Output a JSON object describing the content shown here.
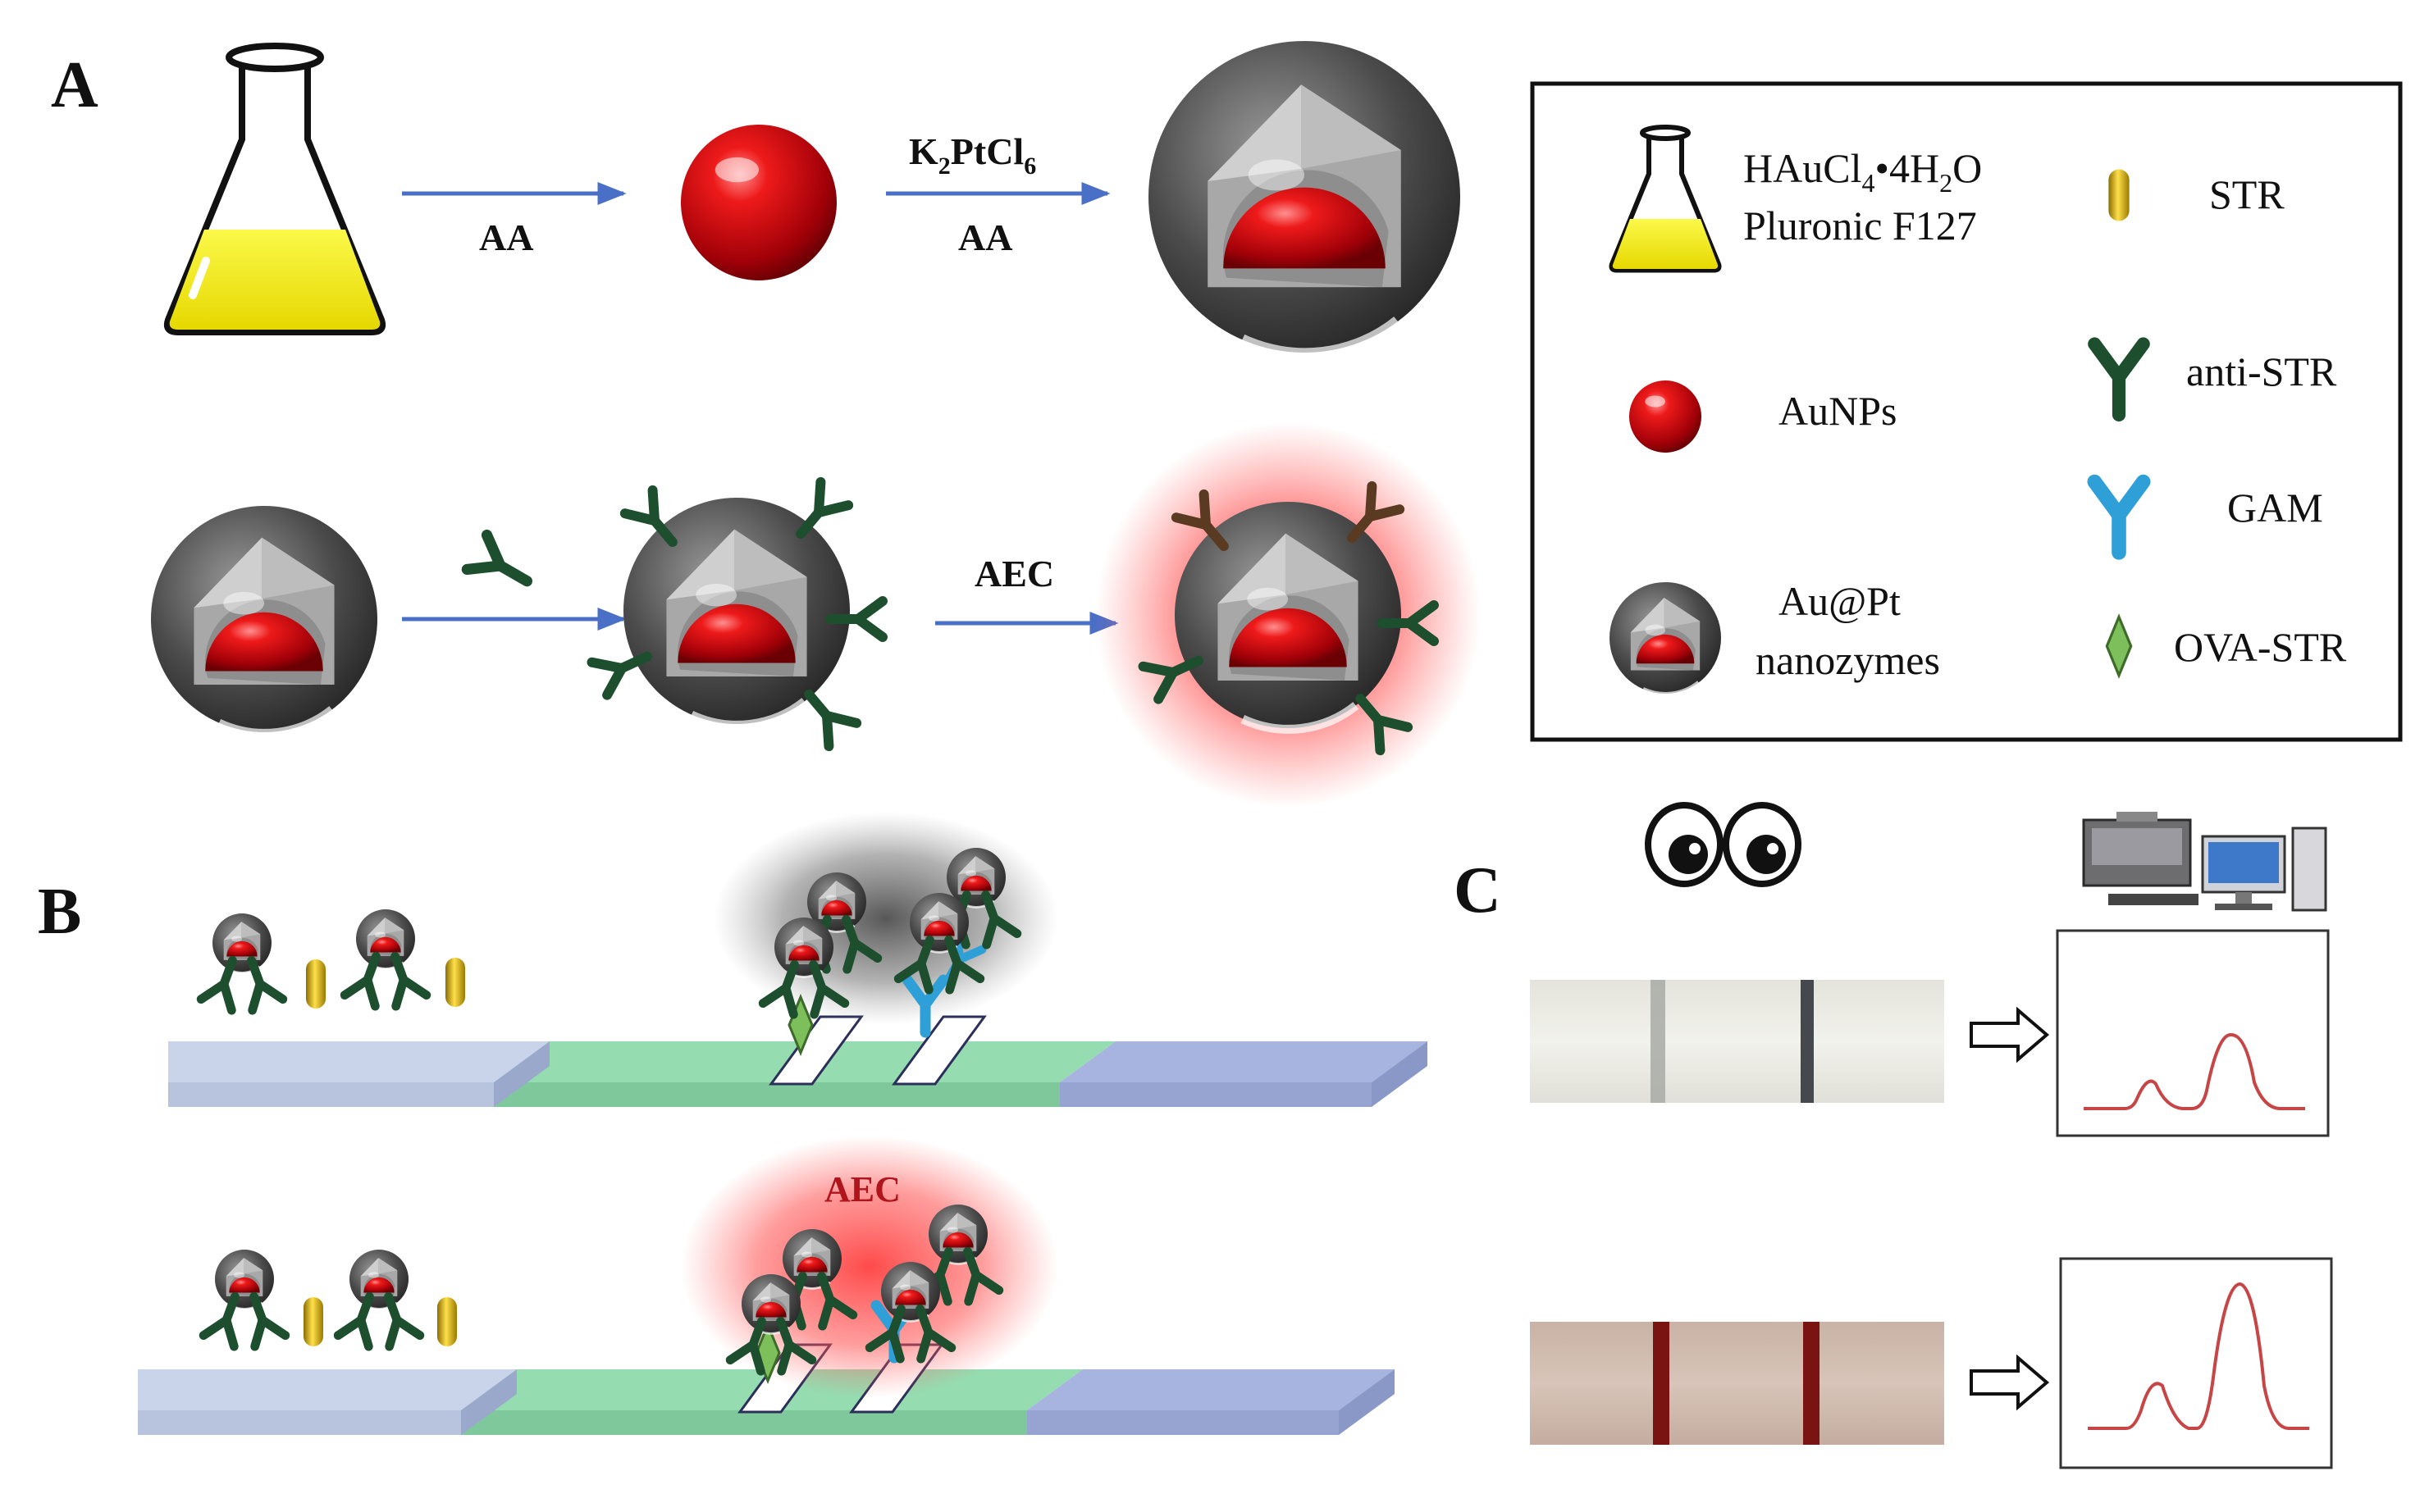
{
  "panels": {
    "a": "A",
    "b": "B",
    "c": "C"
  },
  "synthesis": {
    "step1": "AA",
    "step2_reagent": "K",
    "step2_sub1": "2",
    "step2_mid": "PtCl",
    "step2_sub2": "6",
    "step2_label_bottom": "AA",
    "step3": "AEC"
  },
  "legend": {
    "flask_line1_a": "HAuCl",
    "flask_line1_sub": "4",
    "flask_line1_b": "•4H",
    "flask_line1_sub2": "2",
    "flask_line1_c": "O",
    "flask_line2": "Pluronic F127",
    "str": "STR",
    "aunps": "AuNPs",
    "anti_str": "anti-STR",
    "gam": "GAM",
    "aupt_line1": "Au@Pt",
    "aupt_line2": "nanozymes",
    "ova_str": "OVA-STR"
  },
  "strip_b": {
    "aec": "AEC"
  },
  "colors": {
    "gold_core": "#d8101a",
    "shell": "#5a5a5a",
    "antibody": "#1d4e2e",
    "gam": "#2f9fd8",
    "str": "#d6b000",
    "flask_liquid": "#f0ee00",
    "pad_sample": "#c9d3ea",
    "pad_membrane": "#95dcb0",
    "pad_absorbent": "#a7b4df",
    "glow_red": "#ff3030",
    "curve": "#c84545"
  }
}
